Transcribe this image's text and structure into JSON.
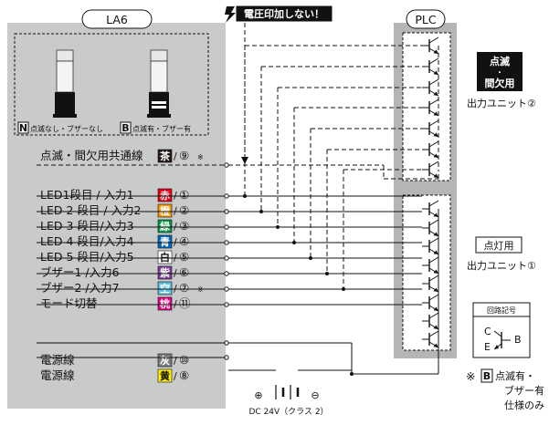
{
  "la6_panel": {
    "title": "LA6",
    "variant_n_code": "N",
    "variant_n_label": "点滅なし・ブザーなし",
    "variant_b_code": "B",
    "variant_b_label": "点滅有・ブザー有"
  },
  "warning": {
    "icon": "lightning-icon",
    "text": "電圧印加しない！"
  },
  "plc": {
    "title": "PLC",
    "blink_badge": [
      "点滅",
      "・",
      "間欠用"
    ],
    "blink_unit_label": "出力ユニット②",
    "steady_label": "点灯用",
    "steady_unit_label": "出力ユニット①",
    "circuit_symbol_title": "回路記号",
    "circuit_c": "C",
    "circuit_e": "E",
    "circuit_b": "B"
  },
  "wires": [
    {
      "label": "点滅・間欠用共通線",
      "color_name": "茶",
      "color_bg": "#231815",
      "color_fg": "#ffffff",
      "number": "⑨",
      "note": "※"
    },
    {
      "label": "LED1段目 / 入力1",
      "color_name": "赤",
      "color_bg": "#e60012",
      "color_fg": "#ffffff",
      "number": "①",
      "note": ""
    },
    {
      "label": "LED 2 段目 / 入力2",
      "color_name": "橙",
      "color_bg": "#f39800",
      "color_fg": "#ffffff",
      "number": "②",
      "note": ""
    },
    {
      "label": "LED 3 段目/入力3",
      "color_name": "緑",
      "color_bg": "#009944",
      "color_fg": "#ffffff",
      "number": "③",
      "note": ""
    },
    {
      "label": "LED 4 段目/入力4",
      "color_name": "青",
      "color_bg": "#0068b7",
      "color_fg": "#ffffff",
      "number": "④",
      "note": ""
    },
    {
      "label": "LED 5 段目/入力5",
      "color_name": "白",
      "color_bg": "#ffffff",
      "color_fg": "#111111",
      "number": "⑤",
      "note": ""
    },
    {
      "label": "ブザー1 /入力6",
      "color_name": "紫",
      "color_bg": "#7d3c98",
      "color_fg": "#ffffff",
      "number": "⑥",
      "note": ""
    },
    {
      "label": "ブザー2 /入力7",
      "color_name": "空",
      "color_bg": "#59c3e1",
      "color_fg": "#ffffff",
      "number": "⑦",
      "note": "※"
    },
    {
      "label": "モード切替",
      "color_name": "桃",
      "color_bg": "#e4007f",
      "color_fg": "#ffffff",
      "number": "⑪",
      "note": ""
    },
    {
      "label": "電源線",
      "color_name": "灰",
      "color_bg": "#7d7d7d",
      "color_fg": "#ffffff",
      "number": "⑩",
      "note": ""
    },
    {
      "label": "電源線",
      "color_name": "黄",
      "color_bg": "#fff100",
      "color_fg": "#111111",
      "number": "⑧",
      "note": ""
    }
  ],
  "power": {
    "plus": "⊕",
    "minus": "⊖",
    "label": "DC 24V（クラス 2）"
  },
  "footnote": {
    "mark": "※",
    "code": "B",
    "line1": "点滅有・",
    "line2": "ブザー有",
    "line3": "仕様のみ"
  },
  "colors": {
    "panel_gray": "#c9caca",
    "plc_gray": "#b5b5b6",
    "line": "#111111"
  }
}
